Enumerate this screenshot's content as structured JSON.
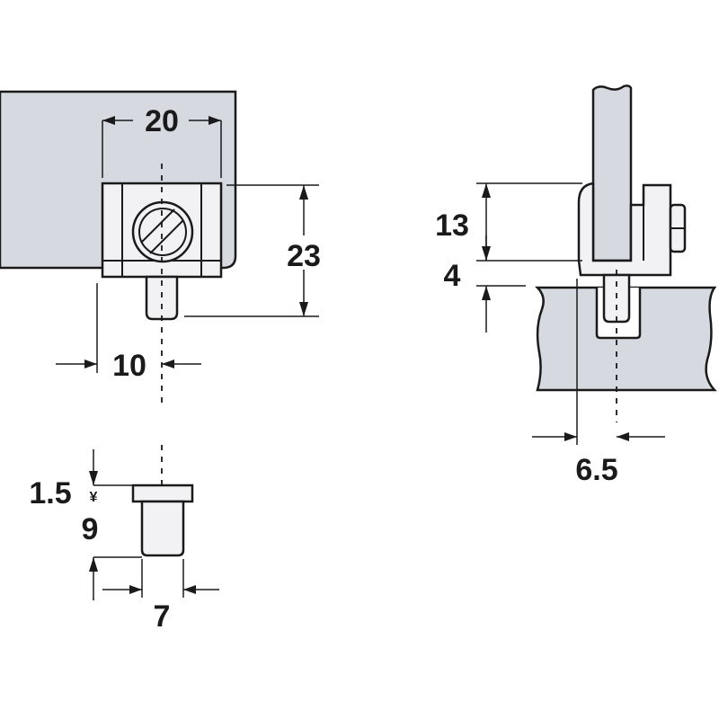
{
  "dimensions": {
    "top_width": "20",
    "top_height": "23",
    "pin_offset": "10",
    "side_upper": "13",
    "side_gap": "4",
    "side_slot": "6.5",
    "pin_head": "1.5",
    "pin_length": "9",
    "pin_diameter": "7",
    "yen_mark": "¥"
  },
  "colors": {
    "panel": "#d7d9e1",
    "part": "#f2f2f4",
    "line": "#1a1a1a"
  }
}
